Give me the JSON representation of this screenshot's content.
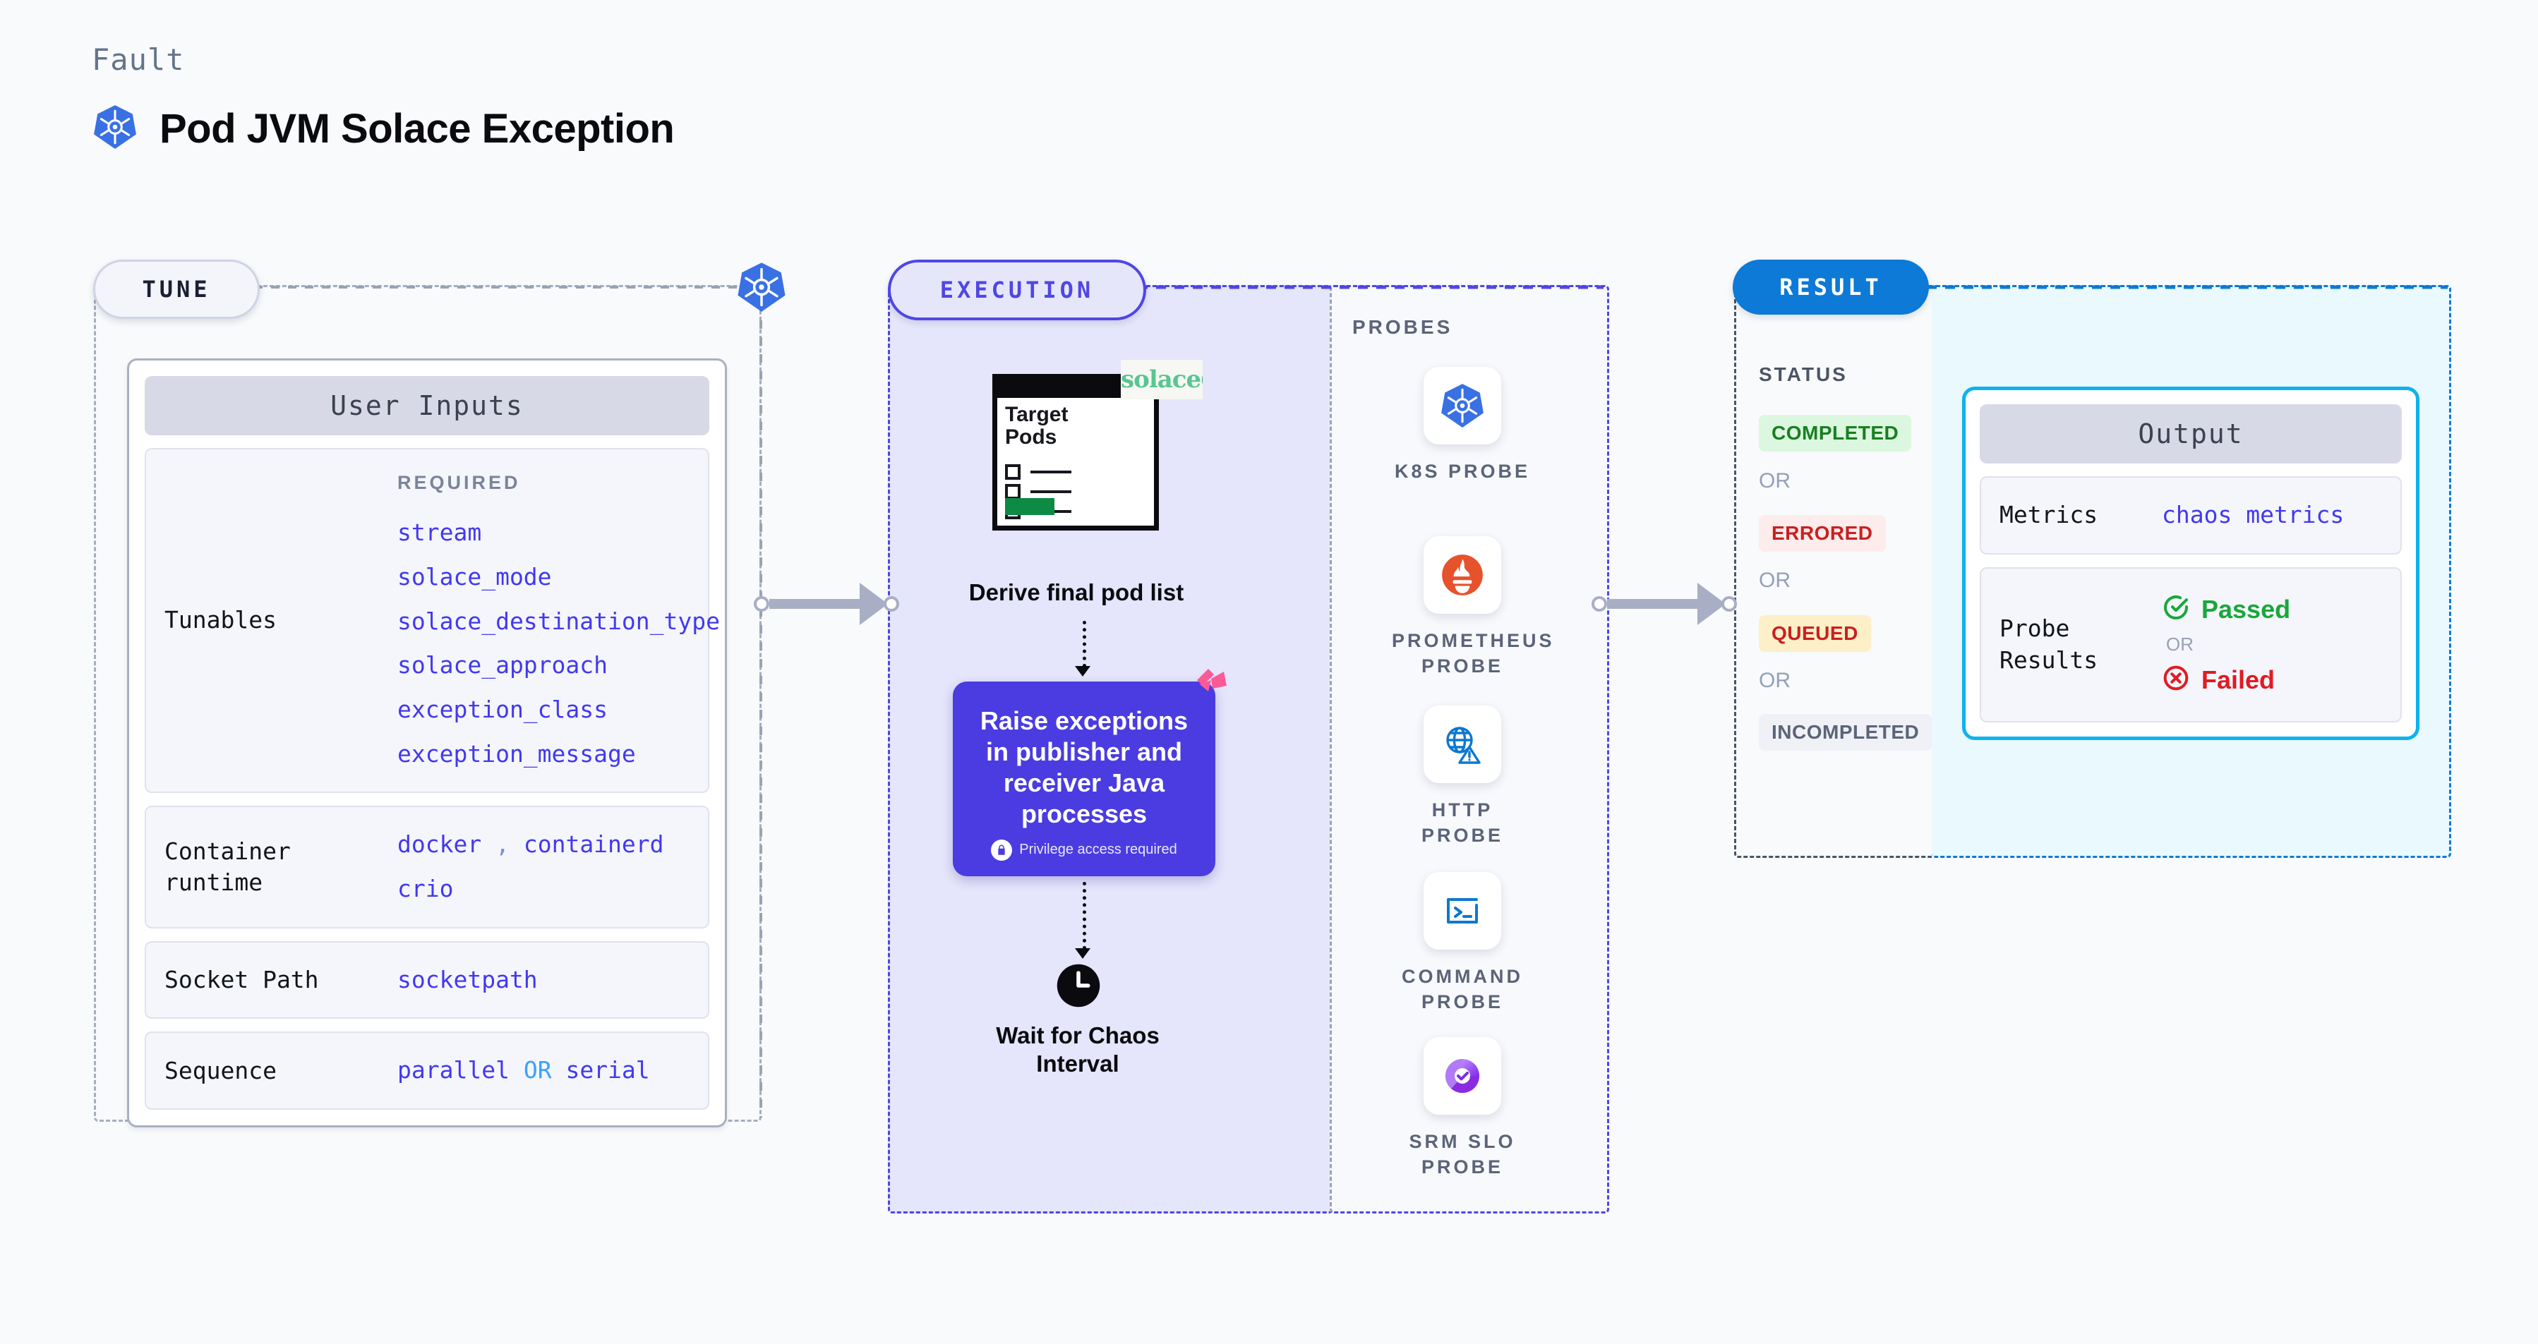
{
  "header": {
    "eyebrow": "Fault",
    "title": "Pod JVM Solace Exception",
    "icon": "kubernetes-icon"
  },
  "stages": {
    "tune": {
      "label": "TUNE"
    },
    "execution": {
      "label": "EXECUTION"
    },
    "result": {
      "label": "RESULT"
    }
  },
  "tune": {
    "card_title": "User Inputs",
    "rows": [
      {
        "key": "Tunables",
        "required_label": "REQUIRED",
        "values": [
          "stream",
          "solace_mode",
          "solace_destination_type",
          "solace_approach",
          "exception_class",
          "exception_message"
        ]
      },
      {
        "key": "Container runtime",
        "values": [
          "docker",
          "containerd",
          "crio"
        ],
        "separator": ","
      },
      {
        "key": "Socket Path",
        "values": [
          "socketpath"
        ]
      },
      {
        "key": "Sequence",
        "values": [
          "parallel",
          "serial"
        ],
        "joiner": "OR"
      }
    ]
  },
  "execution": {
    "doc": {
      "title_line1": "Target",
      "title_line2": "Pods",
      "badge_text": "solace",
      "badge_icon": "solace-logo"
    },
    "step1_caption": "Derive final pod list",
    "action": {
      "title": "Raise exceptions in publisher and receiver Java processes",
      "note": "Privilege access required",
      "note_icon": "lock-icon",
      "corner_icon": "litmus-logo",
      "color": "#4a3ce0"
    },
    "step3_caption": "Wait for Chaos Interval",
    "step3_icon": "clock-icon"
  },
  "probes": {
    "title": "PROBES",
    "items": [
      {
        "label": "K8S PROBE",
        "icon": "kubernetes-icon"
      },
      {
        "label": "PROMETHEUS PROBE",
        "icon": "prometheus-icon"
      },
      {
        "label": "HTTP PROBE",
        "icon": "http-globe-warning-icon"
      },
      {
        "label": "COMMAND PROBE",
        "icon": "terminal-icon"
      },
      {
        "label": "SRM SLO PROBE",
        "icon": "srm-slo-icon"
      }
    ]
  },
  "result": {
    "status_title": "STATUS",
    "or_label": "OR",
    "statuses": [
      {
        "label": "COMPLETED",
        "bg": "#dcf7df",
        "fg": "#17801f"
      },
      {
        "label": "ERRORED",
        "bg": "#fdecec",
        "fg": "#c92020"
      },
      {
        "label": "QUEUED",
        "bg": "#fdf0c8",
        "fg": "#c92020"
      },
      {
        "label": "INCOMPLETED",
        "bg": "#eff1f6",
        "fg": "#5b6478"
      }
    ]
  },
  "output": {
    "card_title": "Output",
    "metrics_key": "Metrics",
    "metrics_value": "chaos metrics",
    "probe_results_key": "Probe Results",
    "passed_label": "Passed",
    "failed_label": "Failed",
    "or_label": "OR",
    "passed_icon": "check-circle-icon",
    "failed_icon": "x-circle-icon"
  },
  "colors": {
    "accent_purple": "#4f46e5",
    "accent_blue": "#0c7ad6",
    "accent_cyan": "#0fb2ec",
    "code_blue": "#4338f0",
    "page_bg": "#f8fafc"
  }
}
